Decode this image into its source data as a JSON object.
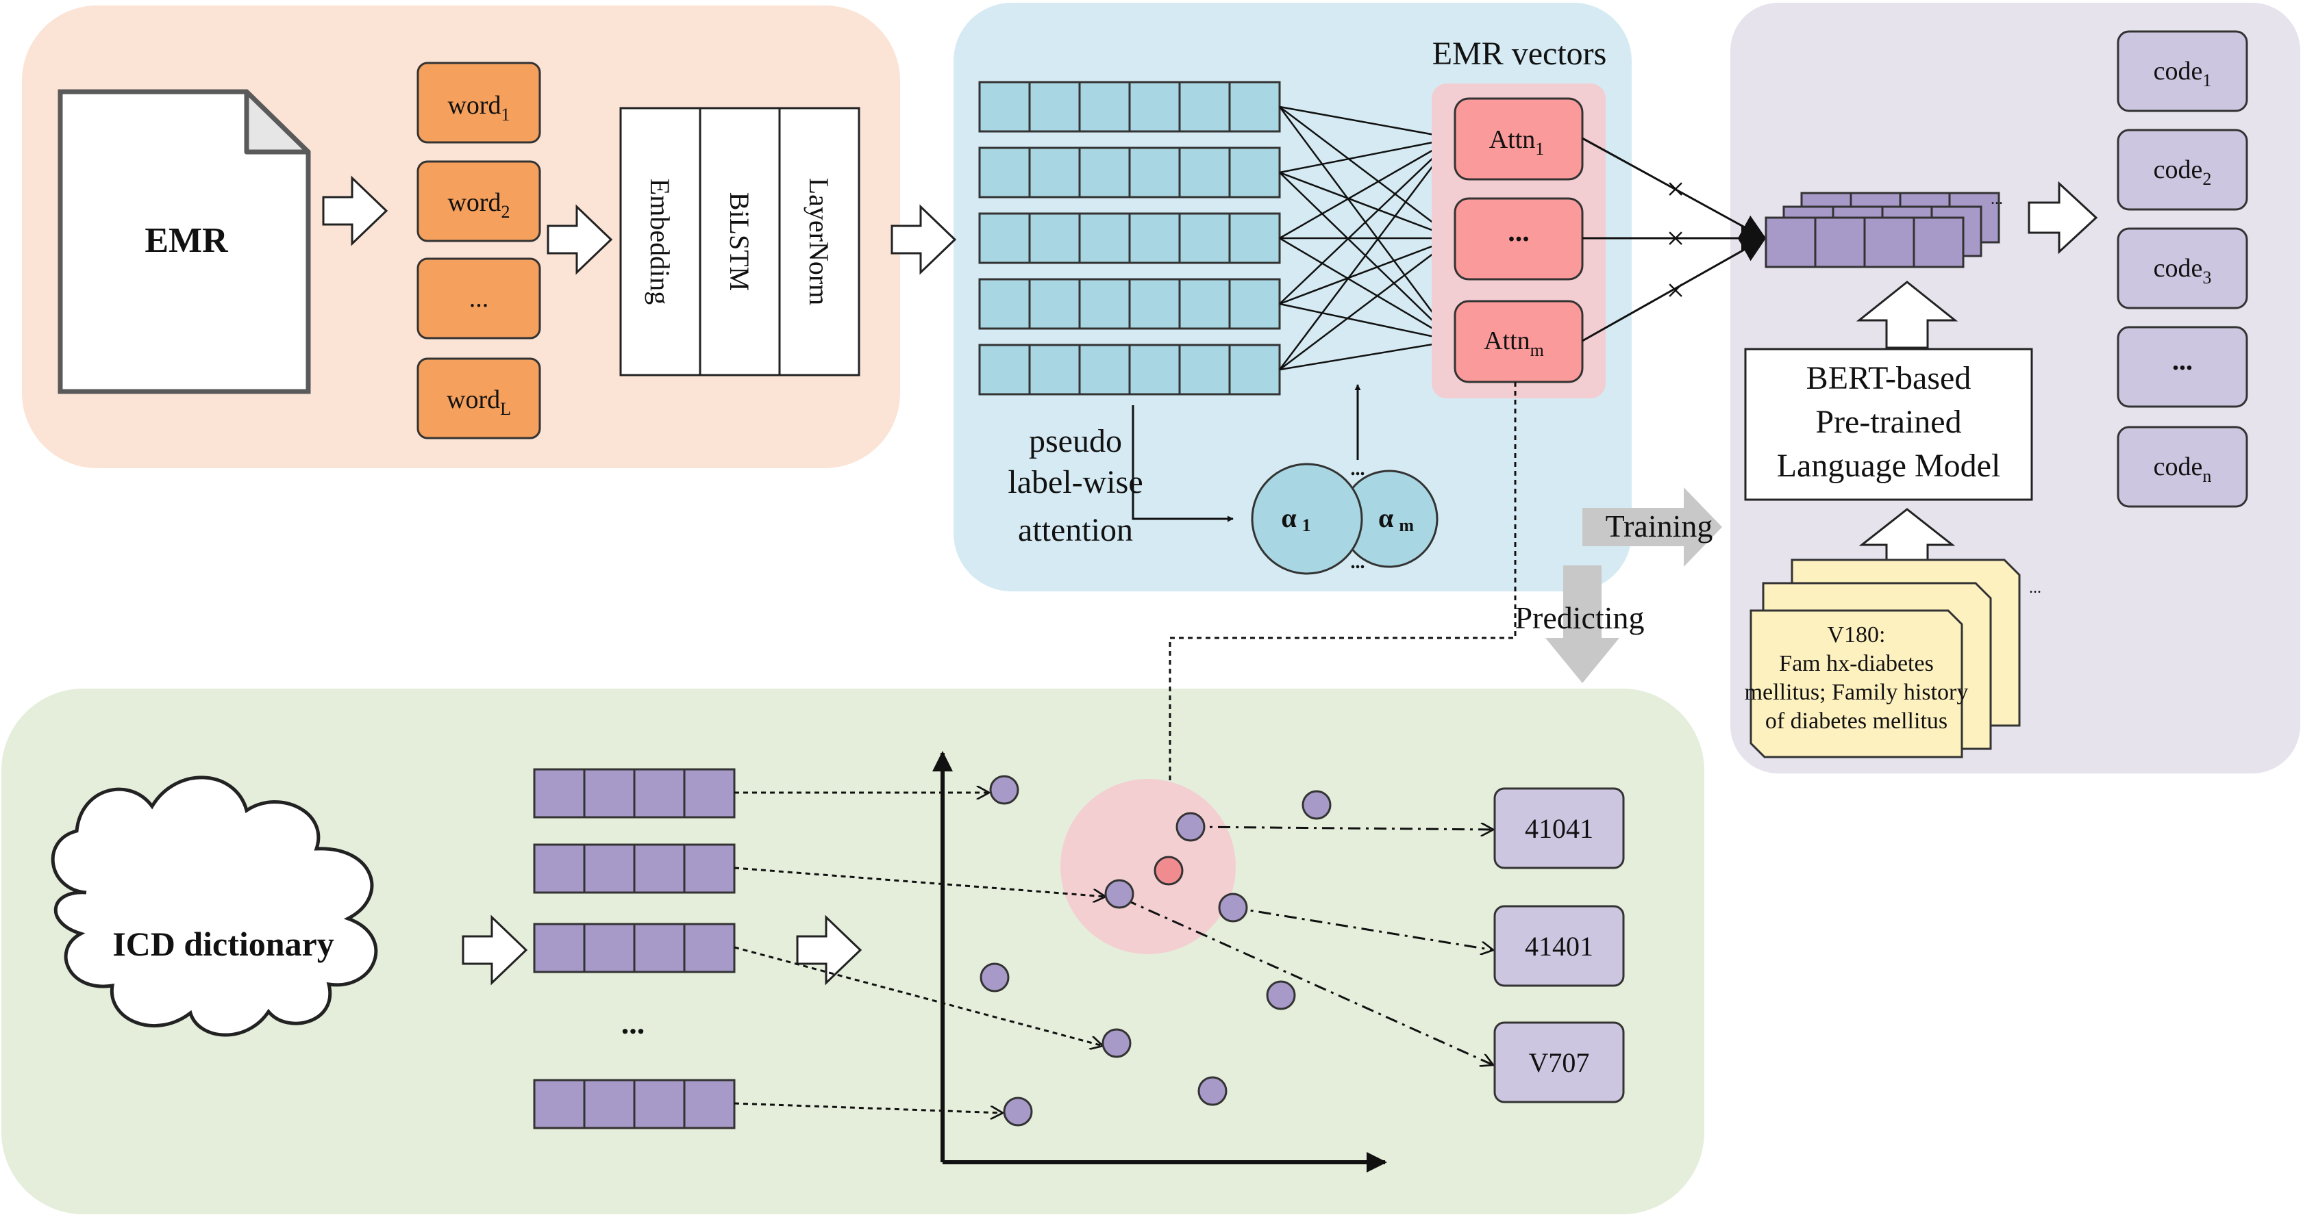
{
  "emr_label": "EMR",
  "words": [
    {
      "base": "word",
      "sub": "1"
    },
    {
      "base": "word",
      "sub": "2"
    },
    {
      "base": "...",
      "sub": ""
    },
    {
      "base": "word",
      "sub": "L"
    }
  ],
  "encoder_layers": [
    "Embedding",
    "BiLSTM",
    "LayerNorm"
  ],
  "emr_vectors_title": "EMR vectors",
  "attn": [
    {
      "base": "Attn",
      "sub": "1"
    },
    {
      "base": "...",
      "sub": ""
    },
    {
      "base": "Attn",
      "sub": "m"
    }
  ],
  "attention_caption": [
    "pseudo",
    "label-wise",
    "attention"
  ],
  "alpha_1": {
    "base": "α",
    "sub": "1"
  },
  "alpha_m": {
    "base": "α",
    "sub": "m"
  },
  "alpha_dots": "...",
  "times_symbol": "×",
  "training_label": "Training",
  "predicting_label": "Predicting",
  "bert_box": [
    "BERT-based",
    "Pre-trained",
    "Language Model"
  ],
  "codes": [
    {
      "base": "code",
      "sub": "1"
    },
    {
      "base": "code",
      "sub": "2"
    },
    {
      "base": "code",
      "sub": "3"
    },
    {
      "base": "...",
      "sub": ""
    },
    {
      "base": "code",
      "sub": "n"
    }
  ],
  "note_lines": [
    "V180:",
    "Fam hx-diabetes",
    "mellitus; Family history",
    "of diabetes mellitus"
  ],
  "note_dots": "...",
  "icd_dictionary": "ICD dictionary",
  "icd_dots": "...",
  "result_codes": [
    "41041",
    "41401",
    "V707"
  ],
  "colors": {
    "panel_emr": "#fbe4d6",
    "panel_attention": "#d5eaf2",
    "panel_bert": "#e6e3ed",
    "panel_icd": "#e4eedb",
    "word_box": "#f5a05c",
    "attn_box": "#fb9a9b",
    "attn_group": "#f2cdd1",
    "vector_cell": "#a8d6e2",
    "code_box": "#cdc6e0",
    "purple_cell": "#a89ac8",
    "note_box": "#fef1c0",
    "arrow_gray": "#c8c8c8",
    "highlight_circle": "#f4cfd2",
    "highlight_point": "#f08b90",
    "point": "#a89ac8"
  }
}
